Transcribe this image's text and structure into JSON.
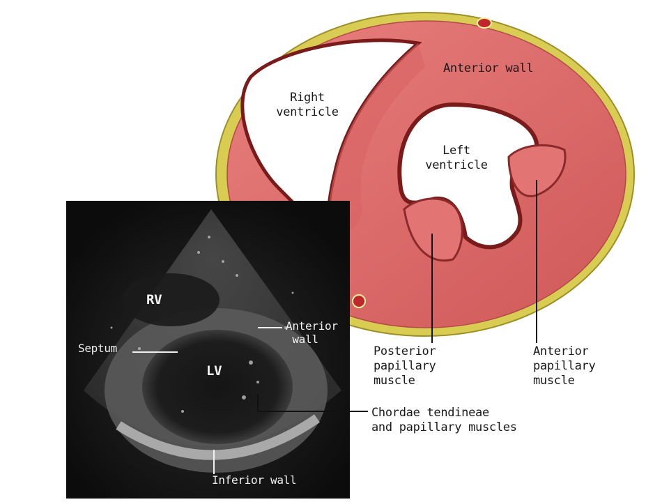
{
  "heart_labels": {
    "anterior_wall": "Anterior wall",
    "right_ventricle": "Right\nventricle",
    "left_ventricle": "Left\nventricle",
    "posterior_papillary_muscle": "Posterior\npapillary\nmuscle",
    "anterior_papillary_muscle": "Anterior\npapillary\nmuscle"
  },
  "echo_labels": {
    "rv": "RV",
    "lv": "LV",
    "septum": "Septum",
    "anterior_wall": "Anterior\n wall",
    "chordae": "Chordae tendineae\nand papillary muscles",
    "inferior_wall": "Inferior wall"
  },
  "colors": {
    "myocardium": "#e06a6a",
    "myocardium_dark": "#b8403f",
    "cavity_edge": "#7a1b1b",
    "epicardial_fat": "#d8cc52",
    "ultrasound_bg": "#101010"
  }
}
